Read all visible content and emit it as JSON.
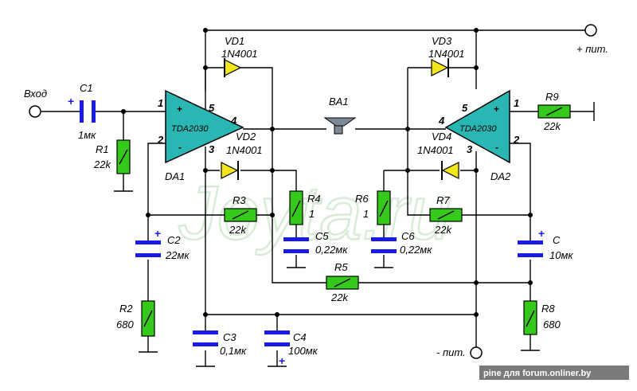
{
  "labels": {
    "input": "Вход",
    "vplus": "+ пит.",
    "vminus": "- пит."
  },
  "watermark": "Joyta.ru",
  "credit": "pine для forum.onliner.by",
  "amplifiers": [
    {
      "ref": "DA1",
      "chip": "TDA2030",
      "plus": "+",
      "minus": "-",
      "pins": [
        "1",
        "2",
        "3",
        "4",
        "5"
      ]
    },
    {
      "ref": "DA2",
      "chip": "TDA2030",
      "plus": "+",
      "minus": "-",
      "pins": [
        "1",
        "2",
        "3",
        "4",
        "5"
      ]
    }
  ],
  "speaker": {
    "ref": "BA1"
  },
  "diodes": [
    {
      "ref": "VD1",
      "part": "1N4001"
    },
    {
      "ref": "VD2",
      "part": "1N4001"
    },
    {
      "ref": "VD3",
      "part": "1N4001"
    },
    {
      "ref": "VD4",
      "part": "1N4001"
    }
  ],
  "resistors": [
    {
      "ref": "R1",
      "value": "22k"
    },
    {
      "ref": "R2",
      "value": "680"
    },
    {
      "ref": "R3",
      "value": "22k"
    },
    {
      "ref": "R4",
      "value": "1"
    },
    {
      "ref": "R5",
      "value": "22k"
    },
    {
      "ref": "R6",
      "value": "1"
    },
    {
      "ref": "R7",
      "value": "22k"
    },
    {
      "ref": "R8",
      "value": "680"
    },
    {
      "ref": "R9",
      "value": "22k"
    }
  ],
  "capacitors": [
    {
      "ref": "C1",
      "value": "1мк",
      "polarity": "+"
    },
    {
      "ref": "C2",
      "value": "22мк",
      "polarity": "+"
    },
    {
      "ref": "C3",
      "value": "0,1мк"
    },
    {
      "ref": "C4",
      "value": "100мк",
      "polarity": "+"
    },
    {
      "ref": "C5",
      "value": "0,22мк"
    },
    {
      "ref": "C6",
      "value": "0,22мк"
    },
    {
      "ref": "C",
      "value": "10мк",
      "polarity": "+"
    }
  ],
  "colors": {
    "opamp_fill": "#2ab7b4",
    "resistor_fill": "#35c91c",
    "diode_fill": "#f2e51a",
    "capacitor": "#1a1ae6",
    "speaker": "#7d8a96",
    "watermark": "#d8ebd8",
    "credit_bg": "#7a7a7a"
  },
  "icons": {
    "opamp": "triangle-amplifier-icon",
    "diode": "diode-symbol-icon",
    "resistor": "resistor-symbol-icon",
    "capacitor": "capacitor-symbol-icon",
    "speaker": "loudspeaker-icon",
    "ground": "ground-symbol-icon",
    "terminal": "open-terminal-icon"
  }
}
